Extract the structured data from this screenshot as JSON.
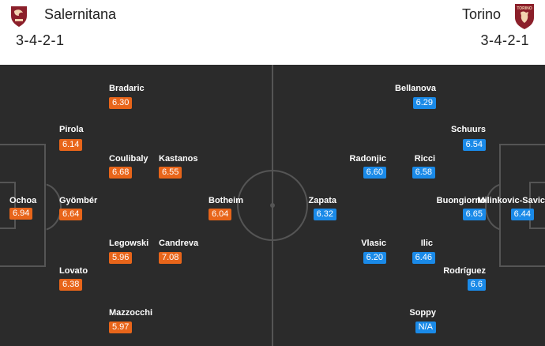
{
  "home": {
    "name": "Salernitana",
    "formation": "3-4-2-1",
    "crest_icon": "salernitana-crest-icon",
    "crest_color": "#8b1f2a",
    "rating_color": "#e8651a",
    "players": [
      {
        "name": "Ochoa",
        "rating": "6.94"
      },
      {
        "name": "Pirola",
        "rating": "6.14"
      },
      {
        "name": "Gyömbér",
        "rating": "6.64"
      },
      {
        "name": "Lovato",
        "rating": "6.38"
      },
      {
        "name": "Bradaric",
        "rating": "6.30"
      },
      {
        "name": "Coulibaly",
        "rating": "6.68"
      },
      {
        "name": "Legowski",
        "rating": "5.96"
      },
      {
        "name": "Mazzocchi",
        "rating": "5.97"
      },
      {
        "name": "Kastanos",
        "rating": "6.55"
      },
      {
        "name": "Candreva",
        "rating": "7.08"
      },
      {
        "name": "Botheim",
        "rating": "6.04"
      }
    ]
  },
  "away": {
    "name": "Torino",
    "formation": "3-4-2-1",
    "crest_icon": "torino-crest-icon",
    "crest_label": "TORINO",
    "crest_color": "#8b1f2a",
    "rating_color": "#1a8ae8",
    "players": [
      {
        "name": "Milinkovic-Savic",
        "rating": "6.44"
      },
      {
        "name": "Schuurs",
        "rating": "6.54"
      },
      {
        "name": "Buongiorno",
        "rating": "6.65"
      },
      {
        "name": "Rodríguez",
        "rating": "6.6"
      },
      {
        "name": "Bellanova",
        "rating": "6.29"
      },
      {
        "name": "Ricci",
        "rating": "6.58"
      },
      {
        "name": "Ilic",
        "rating": "6.46"
      },
      {
        "name": "Soppy",
        "rating": "N/A"
      },
      {
        "name": "Radonjic",
        "rating": "6.60"
      },
      {
        "name": "Vlasic",
        "rating": "6.20"
      },
      {
        "name": "Zapata",
        "rating": "6.32"
      }
    ]
  }
}
